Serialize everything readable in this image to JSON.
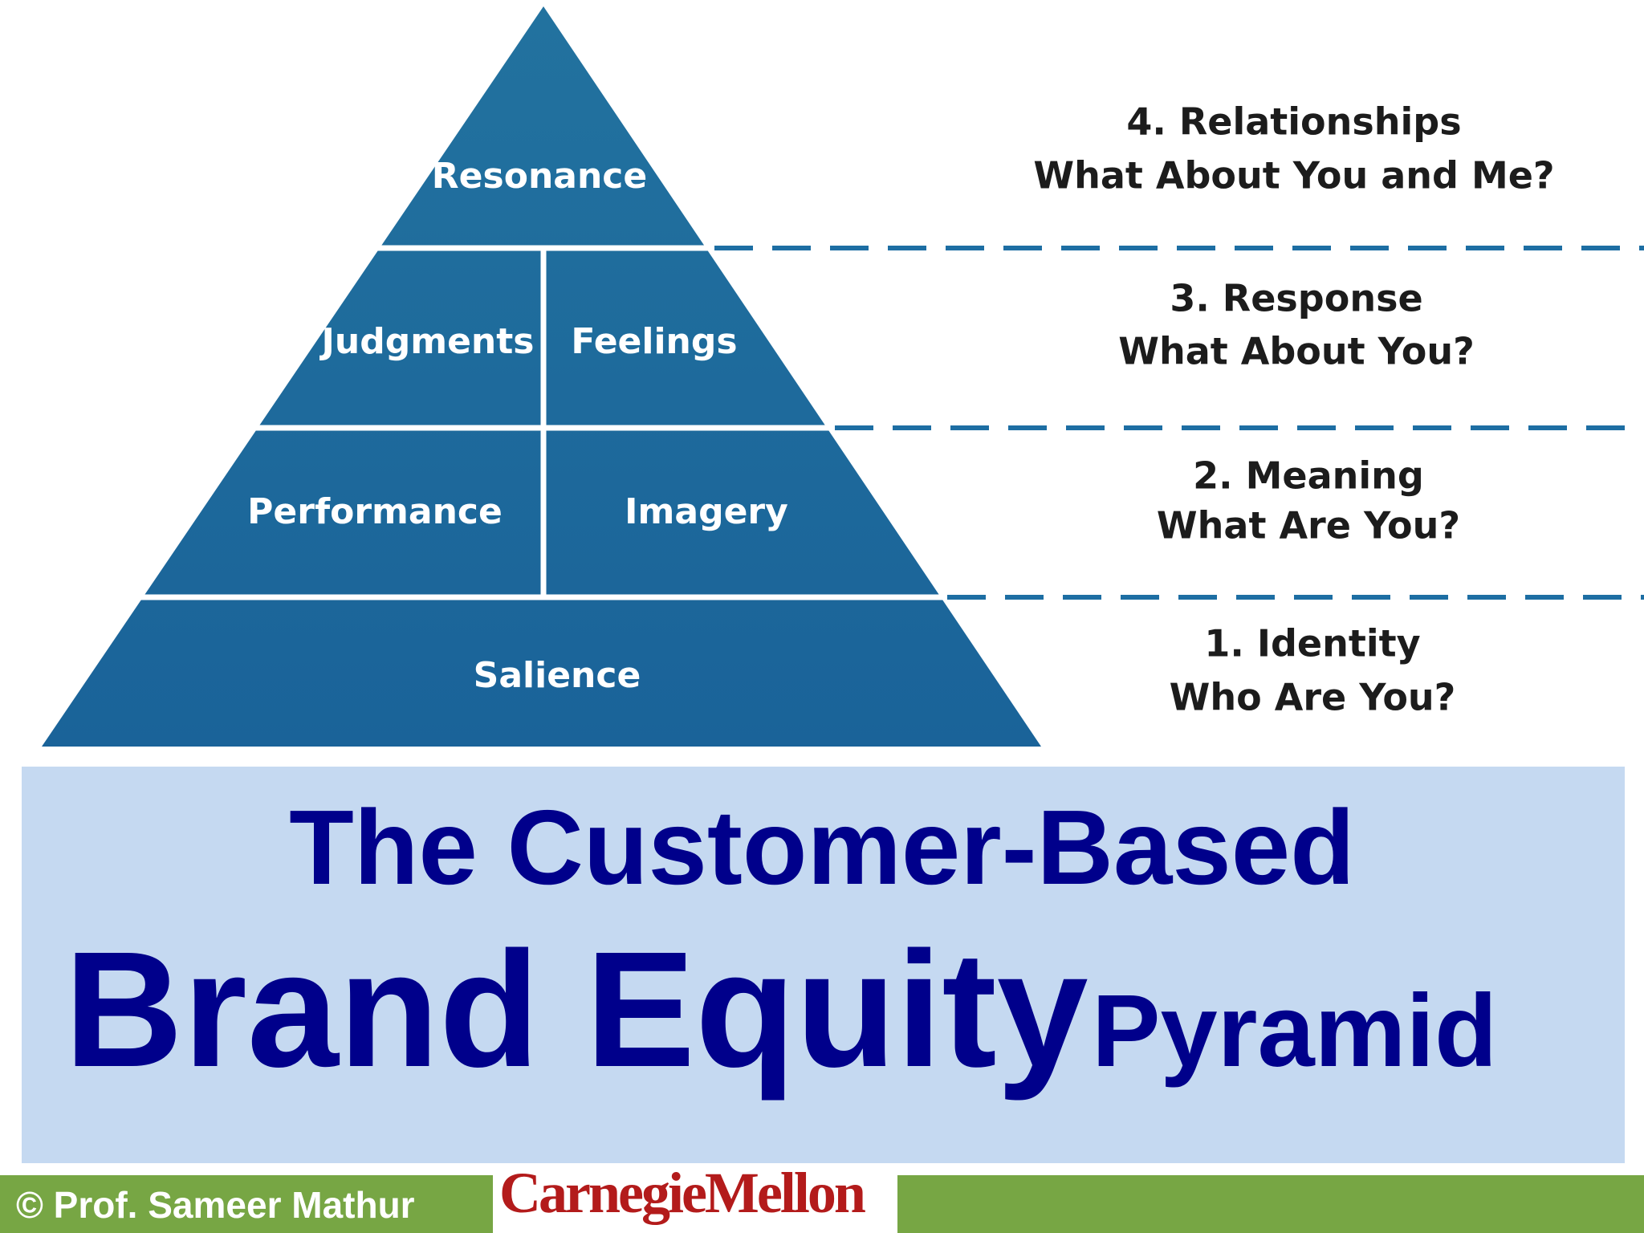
{
  "pyramid": {
    "tiers": {
      "resonance": "Resonance",
      "judgments": "Judgments",
      "feelings": "Feelings",
      "performance": "Performance",
      "imagery": "Imagery",
      "salience": "Salience"
    }
  },
  "levels": [
    {
      "heading": "4. Relationships",
      "question": "What About You and Me?"
    },
    {
      "heading": "3. Response",
      "question": "What About You?"
    },
    {
      "heading": "2. Meaning",
      "question": "What Are You?"
    },
    {
      "heading": "1. Identity",
      "question": "Who Are You?"
    }
  ],
  "title": {
    "line1": "The Customer-Based",
    "line2_big": "Brand Equity",
    "line2_small": "Pyramid"
  },
  "footer": {
    "credit": "© Prof. Sameer Mathur",
    "logo_text": "CarnegieMellon"
  },
  "colors": {
    "pyramid_blue": "#1d6ea3",
    "dash_blue": "#1d6ea3",
    "title_blue": "#00008b",
    "title_box_bg": "#c5d9f1",
    "footer_green": "#77a644",
    "logo_red": "#b31b1b"
  }
}
